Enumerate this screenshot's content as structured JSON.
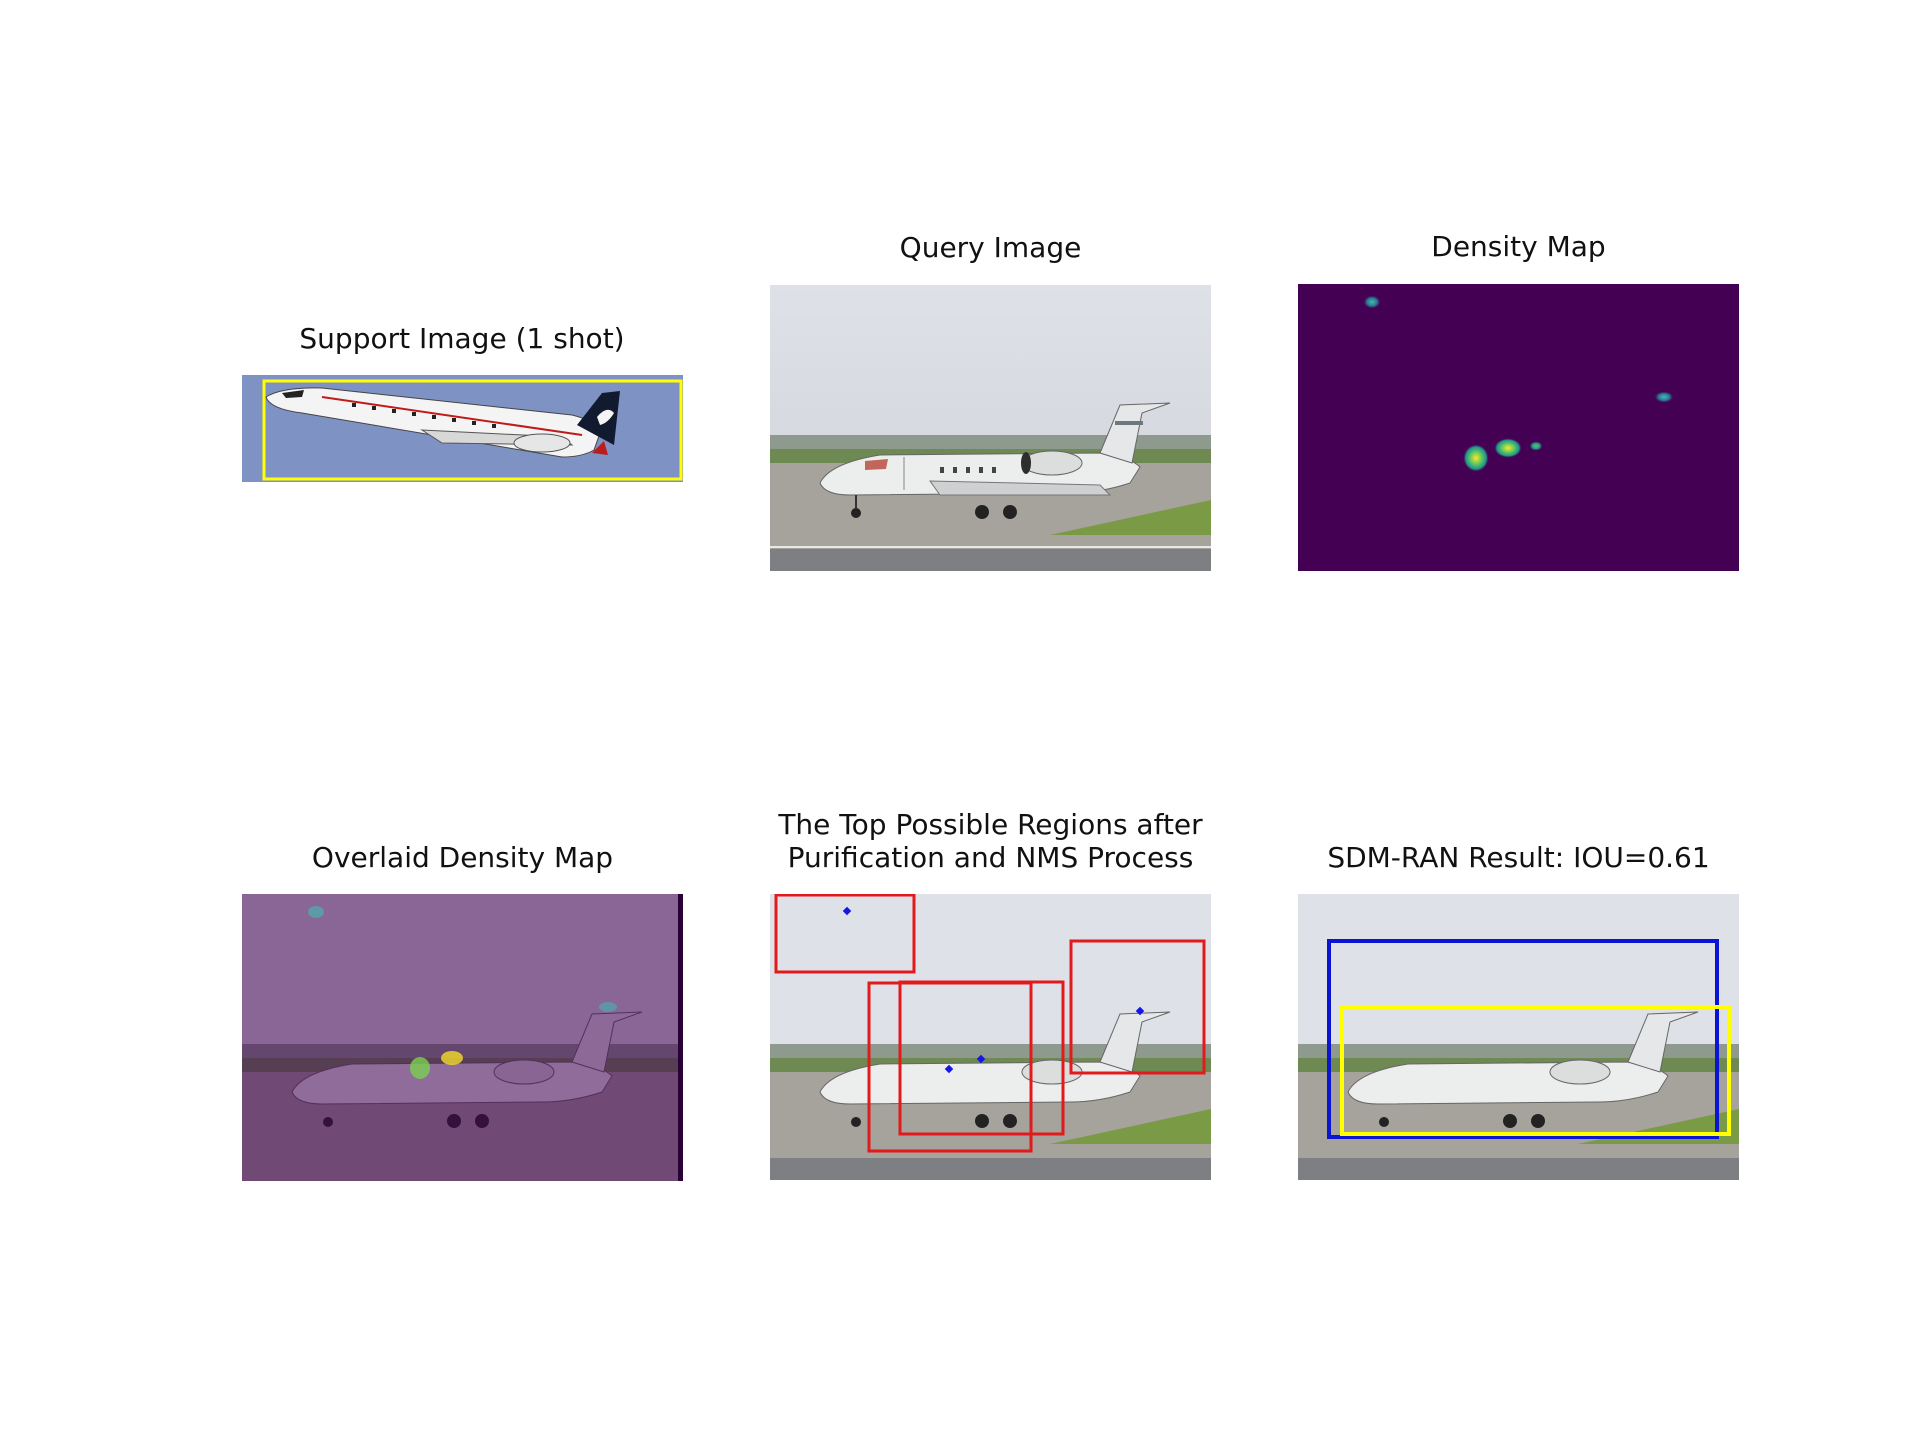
{
  "panels": {
    "support": {
      "title": "Support Image (1 shot)"
    },
    "query": {
      "title": "Query Image"
    },
    "density": {
      "title": "Density Map"
    },
    "overlay": {
      "title": "Overlaid Density Map"
    },
    "regions": {
      "title_line1": "The Top Possible Regions after",
      "title_line2": "Purification and NMS Process"
    },
    "result": {
      "title": "SDM-RAN Result: IOU=0.61"
    }
  },
  "colors": {
    "density_background": "#440154",
    "ground_truth_box": "#ffff00",
    "candidate_box": "#e31a1c",
    "predicted_box": "#0a14d2",
    "peak_marker": "#1515e6",
    "sky_blue": "#7f92c4"
  }
}
